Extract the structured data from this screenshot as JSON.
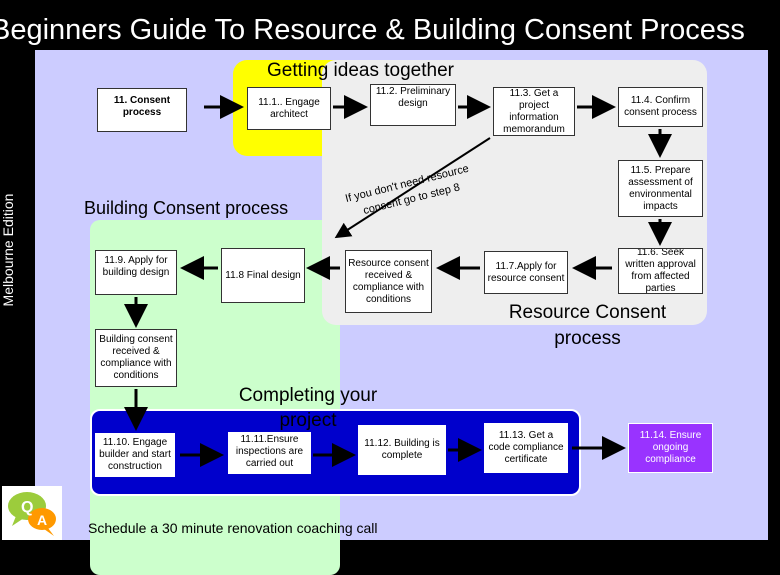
{
  "title": "Beginners Guide To Resource & Building Consent Process",
  "side_label": "Melbourne Edition",
  "zones": {
    "getting_ideas": "Getting ideas together",
    "building_consent": "Building Consent process",
    "resource_consent": "Resource Consent process",
    "completing": "Completing your project"
  },
  "note": {
    "line1": "If you don't need resource",
    "line2": "consent go to step 8"
  },
  "boxes": {
    "b11": "11. Consent process",
    "b11_1": "11.1.. Engage architect",
    "b11_2": "11.2. Preliminary design",
    "b11_3": "11.3. Get a project information memorandum",
    "b11_4": "11.4. Confirm consent process",
    "b11_5": "11.5. Prepare assessment of environmental impacts",
    "b11_6": "11.6. Seek written approval from affected parties",
    "b11_7": "11.7.Apply for resource consent",
    "rc_received": "Resource consent received & compliance with conditions",
    "b11_8": "11.8 Final design",
    "b11_9": "11.9. Apply for building design",
    "bc_received": "Building consent received & compliance with conditions",
    "b11_10": "11.10. Engage builder and start construction",
    "b11_11": "11.11.Ensure inspections are carried out",
    "b11_12": "11.12. Building is complete",
    "b11_13": "11.13. Get a code compliance certificate",
    "b11_14": "11.14. Ensure ongoing compliance"
  },
  "footer": "Schedule a 30 minute renovation coaching call",
  "qa_icon": "qa-speech-bubble-icon",
  "colors": {
    "background": "#000000",
    "board": "#ccccff",
    "getting_ideas_zone": "#ffff00",
    "building_zone": "#ccffcc",
    "resource_zone": "#eeeeee",
    "completing_zone": "#0000cc",
    "purple_box": "#9933ff",
    "arrow": "#000000"
  }
}
